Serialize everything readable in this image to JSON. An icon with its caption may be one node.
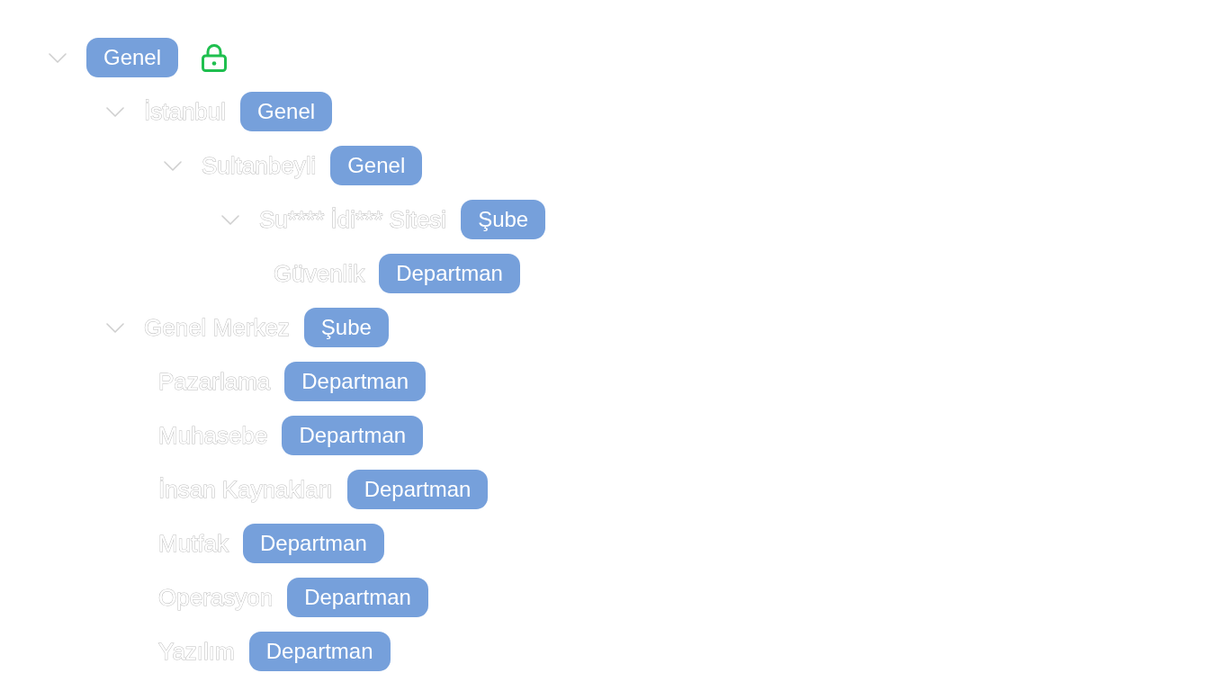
{
  "diagram": {
    "nodes": [
      {
        "text": [
          "Genel"
        ]
      },
      {
        "text": [
          "Genel"
        ],
        "beside": [
          "İstanbul"
        ]
      },
      {
        "text": [
          "Genel"
        ],
        "beside": [
          "Sultanbeyli"
        ]
      },
      {
        "text": [
          "Şube"
        ],
        "beside": [
          "Su**** İdi*** Sitesi"
        ]
      },
      {
        "text": [
          "Departman"
        ],
        "beside": [
          "Güvenlik"
        ]
      },
      {
        "text": [
          "Şube"
        ],
        "beside": [
          "Genel Merkez"
        ]
      },
      {
        "text": [
          "Departman"
        ],
        "beside": [
          "Pazarlama"
        ]
      },
      {
        "text": [
          "Departman"
        ],
        "beside": [
          "Muhasebe"
        ]
      },
      {
        "text": [
          "Departman"
        ],
        "beside": [
          "İnsan Kaynakları"
        ]
      },
      {
        "text": [
          "Departman"
        ],
        "beside": [
          "Mutfak"
        ]
      },
      {
        "text": [
          "Departman"
        ],
        "beside": [
          "Operasyon"
        ]
      },
      {
        "text": [
          "Departman"
        ],
        "beside": [
          "Yazılım"
        ]
      }
    ]
  }
}
